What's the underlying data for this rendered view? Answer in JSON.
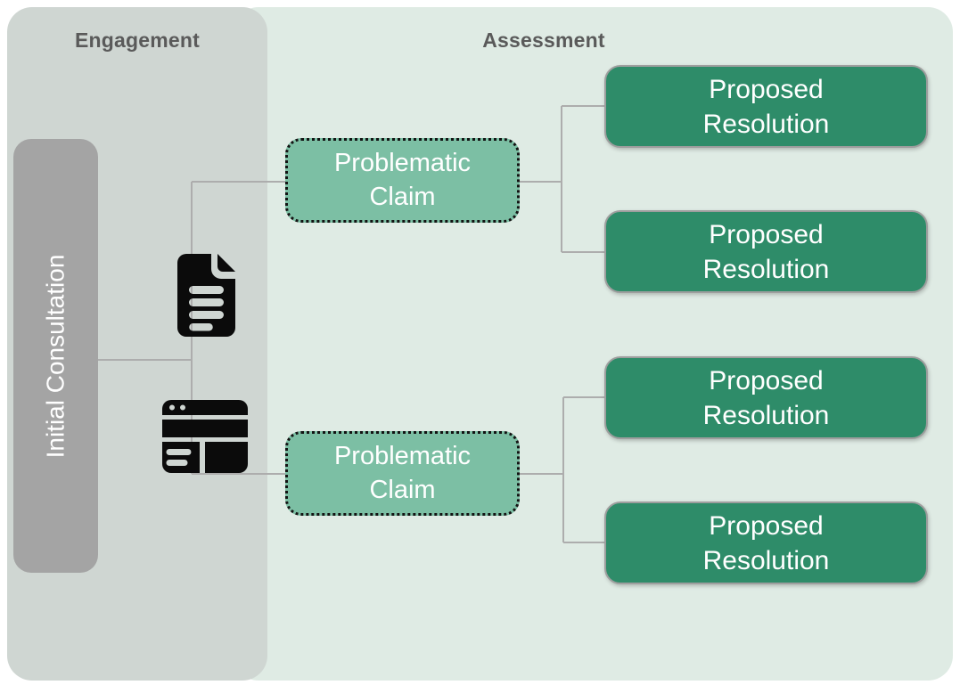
{
  "header": {
    "engagement_label": "Engagement",
    "assessment_label": "Assessment"
  },
  "nodes": {
    "initial_consultation": {
      "label": "Initial Consultation"
    },
    "claims": [
      {
        "label": "Problematic\nClaim"
      },
      {
        "label": "Problematic\nClaim"
      }
    ],
    "resolutions": [
      {
        "label": "Proposed\nResolution"
      },
      {
        "label": "Proposed\nResolution"
      },
      {
        "label": "Proposed\nResolution"
      },
      {
        "label": "Proposed\nResolution"
      }
    ],
    "icons": [
      {
        "name": "document-icon"
      },
      {
        "name": "browser-window-icon"
      }
    ]
  },
  "colors": {
    "engagement_bg": "#cfd6d2",
    "assessment_bg": "#dfebe4",
    "consultation_bg": "#a4a4a4",
    "claim_bg": "#7cbfa4",
    "claim_border": "#131313",
    "resolution_bg": "#2e8c69",
    "resolution_border": "#9e9e9e",
    "connector": "#adadad",
    "header_text": "#5a5a5a",
    "node_text": "#ffffff",
    "icon": "#0b0b0b"
  }
}
